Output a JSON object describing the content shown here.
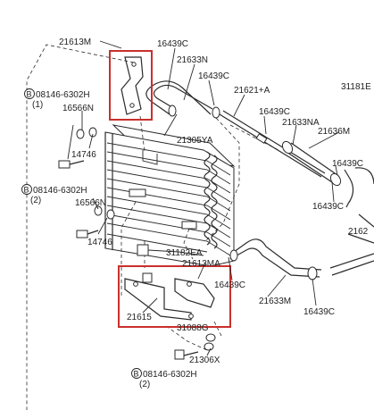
{
  "colors": {
    "line": "#2a2a2a",
    "highlight": "#c8302c",
    "background": "#ffffff"
  },
  "labels": {
    "p21613m_top": "21613M",
    "p16439c_1": "16439C",
    "p21633n": "21633N",
    "p16439c_2": "16439C",
    "p21621a": "21621+A",
    "p31181e": "31181E",
    "p16439c_3": "16439C",
    "p21633na": "21633NA",
    "p21636m": "21636M",
    "bolt_circle_1": "B",
    "bolt_1": "08146-6302H",
    "bolt_1_qty": "(1)",
    "p16566n_1": "16566N",
    "p21305ya": "21305YA",
    "p14746_1": "14746",
    "p16439c_4": "16439C",
    "bolt_circle_2": "B",
    "bolt_2": "08146-6302H",
    "bolt_2_qty": "(2)",
    "p16566n_2": "16566N",
    "p16439c_5": "16439C",
    "p14746_2": "14746",
    "p2162": "2162",
    "p31182ea": "31182EA",
    "p21613ma": "21613MA",
    "p16439c_6": "16439C",
    "p21615": "21615",
    "p21633m": "21633M",
    "p16439c_7": "16439C",
    "p31088g": "31088G",
    "p21306x": "21306X",
    "bolt_circle_3": "B",
    "bolt_3": "08146-6302H",
    "bolt_3_qty": "(2)"
  },
  "icons": [
    "bolt-icon",
    "washer-icon",
    "hose-clamp-icon",
    "oil-cooler-icon",
    "bracket-icon"
  ]
}
